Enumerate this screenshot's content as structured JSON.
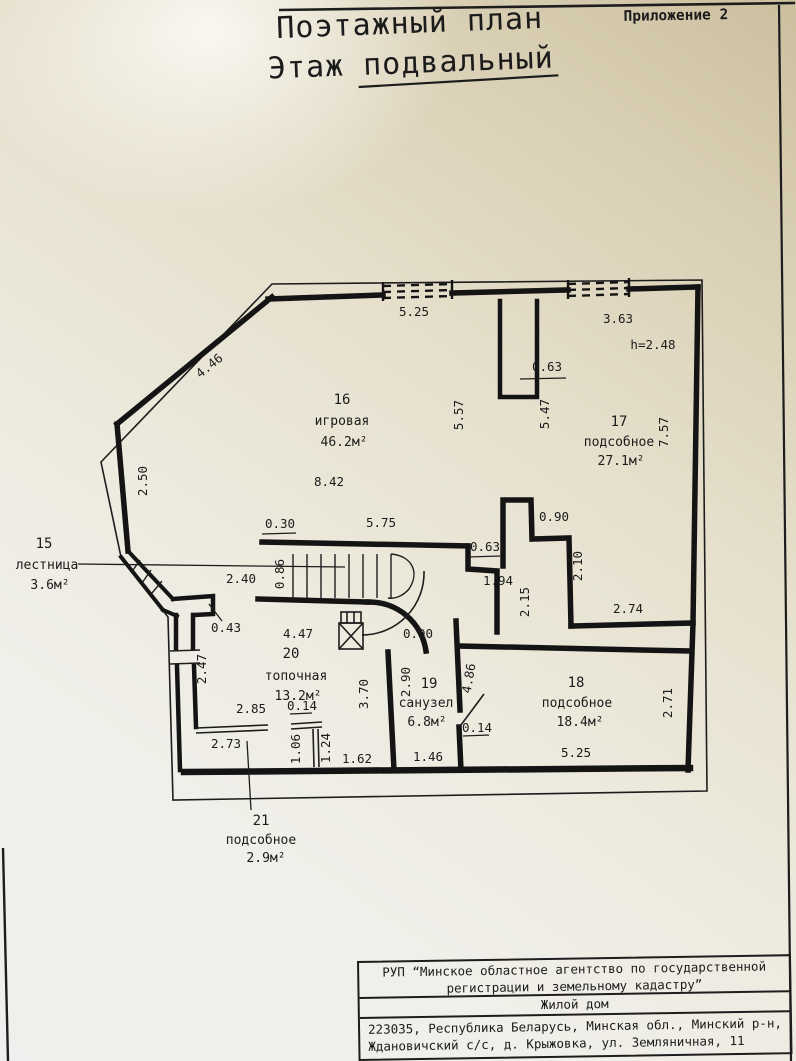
{
  "page": {
    "annex": "Приложение 2",
    "title_line1": "Поэтажный план",
    "title_line2": "Этаж подвальный"
  },
  "plan": {
    "rooms": {
      "r15": {
        "number": "15",
        "name": "лестница",
        "area": "3.6м²"
      },
      "r16": {
        "number": "16",
        "name": "игровая",
        "area": "46.2м²"
      },
      "r17": {
        "number": "17",
        "name": "подсобное",
        "area": "27.1м²"
      },
      "r18": {
        "number": "18",
        "name": "подсобное",
        "area": "18.4м²"
      },
      "r19": {
        "number": "19",
        "name": "санузел",
        "area": "6.8м²"
      },
      "r20": {
        "number": "20",
        "name": "топочная",
        "area": "13.2м²"
      },
      "r21": {
        "number": "21",
        "name": "подсобное",
        "area": "2.9м²"
      }
    },
    "dims": {
      "top_width": "5.25",
      "r17_top": "3.63",
      "height_note": "h=2.48",
      "diag_wall": "4.46",
      "left_wall": "2.50",
      "pier_left": "5.57",
      "pier_width": "0.63",
      "pier_right": "5.47",
      "r17_right": "7.57",
      "r16_width": "8.42",
      "stair_offset": "0.30",
      "stair_wall": "5.75",
      "notch_width": "0.63",
      "stair_left": "0.86",
      "corridor_width": "2.40",
      "step_top": "0.90",
      "step_right": "2.10",
      "gap_18": "1.94",
      "corridor_right": "2.15",
      "r17_bottom": "2.74",
      "stair_stub": "0.43",
      "left_lower": "2.47",
      "r20_top": "4.47",
      "arc_opening": "0.90",
      "w19_left_inner": "2.90",
      "w19_left_outer": "3.70",
      "w19_right": "4.86",
      "r20_mid": "2.85",
      "part_thick": "0.14",
      "shelf_21": "2.73",
      "part_left": "1.06",
      "part_right": "1.24",
      "bottom_162": "1.62",
      "bottom_146": "1.46",
      "door_18": "0.14",
      "r18_bottom": "5.25",
      "r18_right": "2.71"
    }
  },
  "footer": {
    "agency_line1": "РУП “Минское областное агентство по государственной",
    "agency_line2": "регистрации и земельному кадастру”",
    "object_type": "Жилой дом",
    "address_line1": "223035, Республика Беларусь, Минская обл., Минский р-н,",
    "address_line2": "Ждановичский с/с, д. Крыжовка, ул. Земляничная, 11"
  }
}
